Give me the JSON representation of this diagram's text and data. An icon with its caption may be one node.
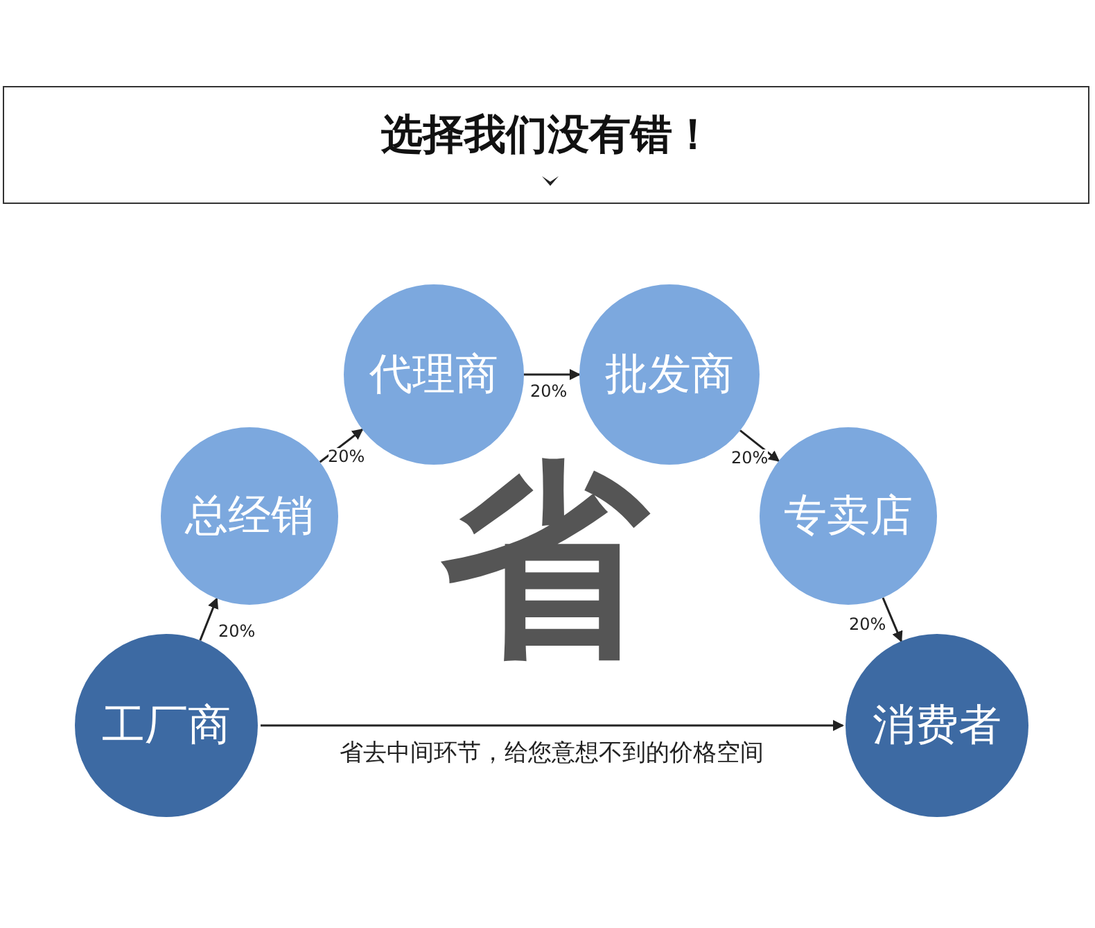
{
  "diagram": {
    "title": "选择我们没有错！",
    "nodes": [
      {
        "text": [
          "工厂商"
        ]
      },
      {
        "text": [
          "总经销"
        ]
      },
      {
        "text": [
          "代理商"
        ]
      },
      {
        "text": [
          "批发商"
        ]
      },
      {
        "text": [
          "专卖店"
        ]
      },
      {
        "text": [
          "消费者"
        ]
      }
    ],
    "edges": [
      {
        "from": 0,
        "to": 1,
        "arrow": "to",
        "label": "20%"
      },
      {
        "from": 1,
        "to": 2,
        "arrow": "to",
        "label": "20%"
      },
      {
        "from": 2,
        "to": 3,
        "arrow": "to",
        "label": "20%"
      },
      {
        "from": 3,
        "to": 4,
        "arrow": "to",
        "label": "20%"
      },
      {
        "from": 4,
        "to": 5,
        "arrow": "to",
        "label": "20%"
      },
      {
        "from": 0,
        "to": 5,
        "arrow": "to",
        "label": "省去中间环节，给您意想不到的价格空间"
      }
    ],
    "labels": [
      "省"
    ]
  }
}
